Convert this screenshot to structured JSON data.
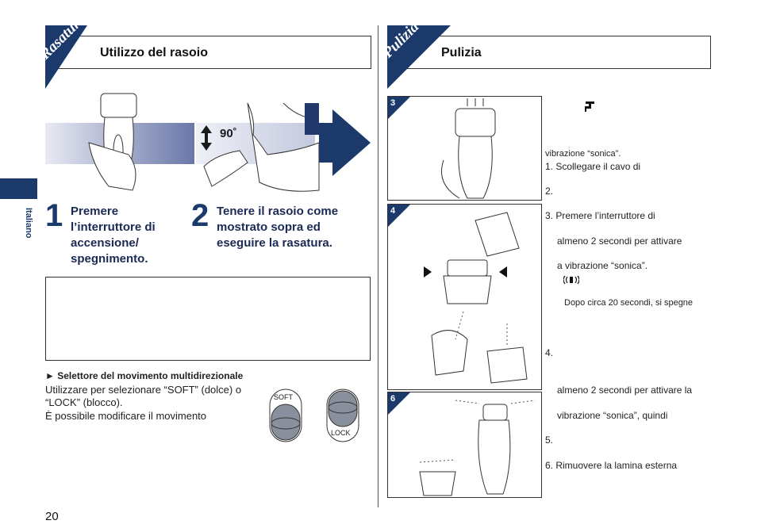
{
  "left": {
    "tab_label": "Rasatura",
    "header_title": "Utilizzo del rasoio",
    "angle_label": "90˚",
    "step1": {
      "num": "1",
      "lines": [
        "Premere",
        "l’interruttore di",
        "accensione/",
        "spegnimento."
      ]
    },
    "step2": {
      "num": "2",
      "lines": [
        "Tenere il rasoio come",
        "mostrato sopra ed",
        "eseguire la rasatura."
      ]
    },
    "selector": {
      "heading": "► Selettore del movimento multidirezionale",
      "lines": [
        "Utilizzare per selezionare “SOFT” (dolce) o",
        "“LOCK” (blocco).",
        "È possibile modificare il movimento"
      ],
      "soft_label": "SOFT",
      "lock_label": "LOCK"
    }
  },
  "right": {
    "tab_label": "Pulizia",
    "header_title": "Pulizia",
    "panels": [
      "3",
      "4",
      "6"
    ],
    "text_lines": [
      "vibrazione “sonica”.",
      "1. Scollegare il cavo di",
      "2.",
      "3. Premere l’interruttore di",
      "almeno 2 secondi per attivare",
      "a vibrazione “sonica”.",
      "Dopo circa 20 secondi, si spegne",
      "4.",
      "almeno 2 secondi per attivare la",
      "vibrazione “sonica”, quindi",
      "5.",
      "6. Rimuovere la lamina esterna"
    ]
  },
  "sidebar": {
    "language": "Italiano"
  },
  "page_number": "20",
  "colors": {
    "navy": "#1b3a6b",
    "dark_navy": "#17305e",
    "light_band": "#c9cfe3"
  }
}
